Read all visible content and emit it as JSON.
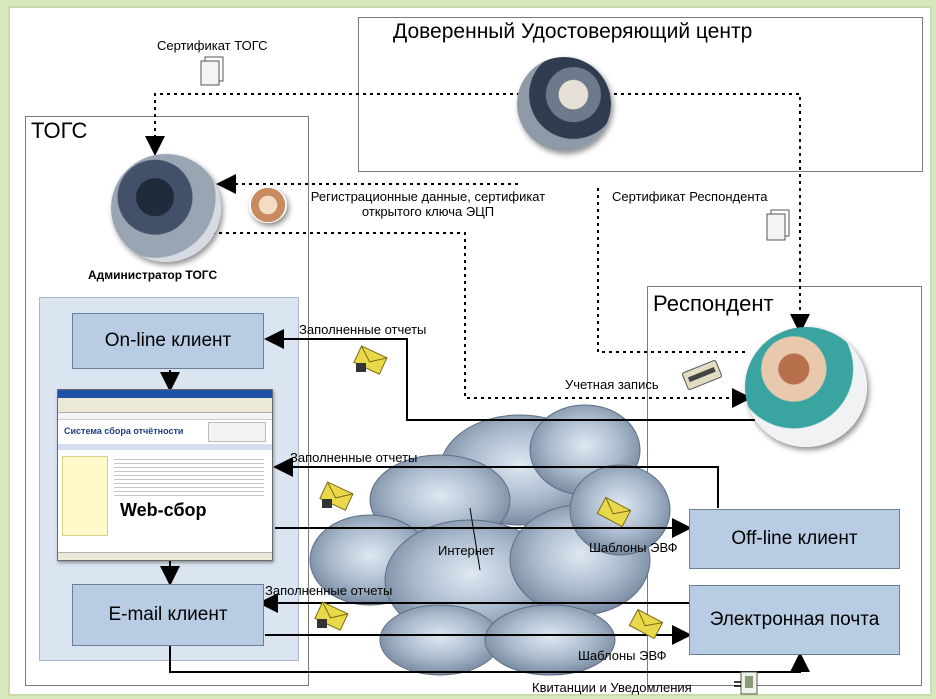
{
  "regions": {
    "ca_title": "Доверенный Удостоверяющий центр",
    "togs_title": "ТОГС",
    "respondent_title": "Респондент"
  },
  "boxes": {
    "online_client": "On-line клиент",
    "email_client": "E-mail клиент",
    "offline_client": "Off-line клиент",
    "email": "Электронная почта"
  },
  "labels": {
    "cert_togs": "Сертификат ТОГС",
    "cert_respondent": "Сертификат Респондента",
    "registration_line1": "Регистрационные данные, сертификат",
    "registration_line2": "открытого ключа ЭЦП",
    "admin_togs": "Администратор ТОГС",
    "filled_reports_1": "Заполненные отчеты",
    "filled_reports_2": "Заполненные отчеты",
    "filled_reports_3": "Заполненные отчеты",
    "account": "Учетная запись",
    "internet": "Интернет",
    "templates_1": "Шаблоны ЭВФ",
    "templates_2": "Шаблоны ЭВФ",
    "receipts": "Квитанции и Уведомления",
    "web_collection": "Web-сбор"
  },
  "browser": {
    "site_title": "Система сбора отчётности"
  },
  "colors": {
    "page_bg": "#d7e8bf",
    "box_fill": "#b8cce4",
    "inner_panel": "#dbe5f1",
    "envelope": "#e8d84a"
  }
}
